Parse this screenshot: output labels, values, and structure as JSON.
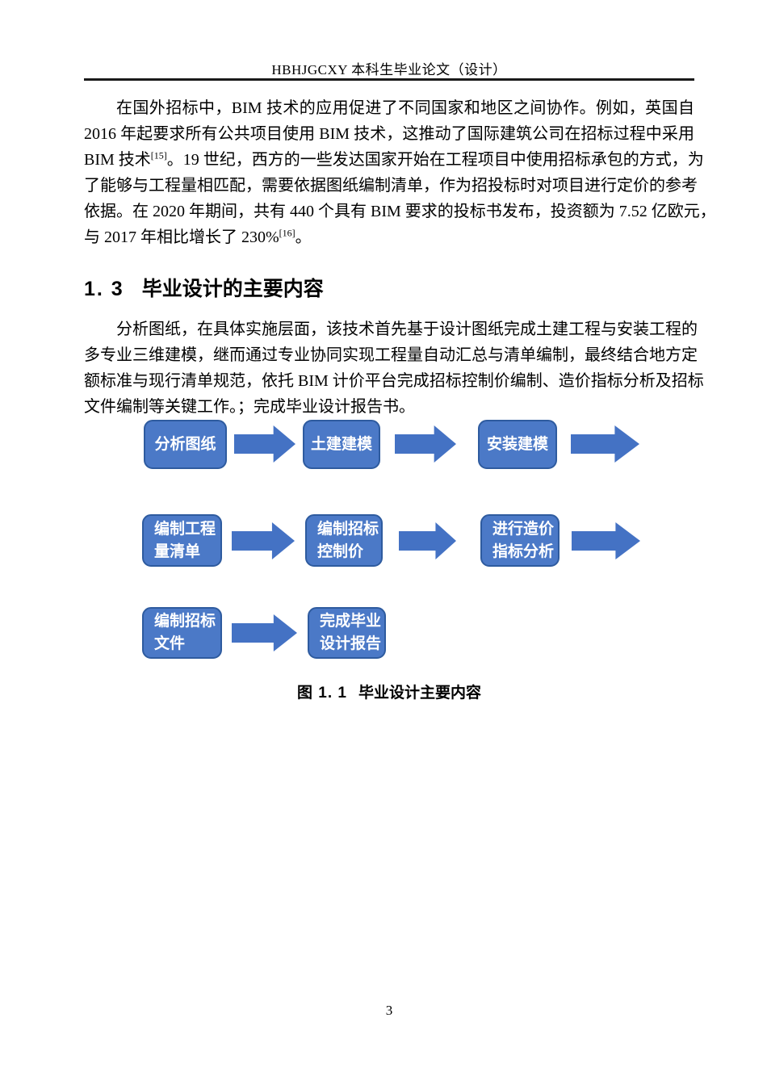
{
  "header": {
    "title": "HBHJGCXY 本科生毕业论文（设计）"
  },
  "p1": {
    "l1": "在国外招标中，BIM 技术的应用促进了不同国家和地区之间协作。例如，英国自",
    "l2": "2016 年起要求所有公共项目使用 BIM 技术，这推动了国际建筑公司在招标过程中采用",
    "l3_pre": "BIM 技术",
    "l3_sup": "[15]",
    "l3_post": "。19 世纪，西方的一些发达国家开始在工程项目中使用招标承包的方式，为",
    "l4": "了能够与工程量相匹配，需要依据图纸编制清单，作为招投标时对项目进行定价的参考",
    "l5": "依据。在 2020 年期间，共有 440 个具有 BIM 要求的投标书发布，投资额为 7.52 亿欧元，",
    "l6_pre": "与 2017 年相比增长了 230%",
    "l6_sup": "[16]",
    "l6_post": "。"
  },
  "section": {
    "number": "1. 3",
    "title": "毕业设计的主要内容"
  },
  "p2": {
    "l1": "分析图纸，在具体实施层面，该技术首先基于设计图纸完成土建工程与安装工程的",
    "l2": "多专业三维建模，继而通过专业协同实现工程量自动汇总与清单编制，最终结合地方定",
    "l3": "额标准与现行清单规范，依托 BIM 计价平台完成招标控制价编制、造价指标分析及招标",
    "l4": "文件编制等关键工作。；完成毕业设计报告书。"
  },
  "flow": {
    "rows": [
      {
        "boxes": [
          "分析图纸",
          "土建建模",
          "安装建模"
        ],
        "continues": true
      },
      {
        "boxes": [
          "编制工程\n量清单",
          "编制招标\n控制价",
          "进行造价\n指标分析"
        ],
        "continues": true
      },
      {
        "boxes": [
          "编制招标\n文件",
          "完成毕业\n设计报告"
        ],
        "continues": false
      }
    ]
  },
  "figure": {
    "caption_label": "图 1. 1",
    "caption_text": "毕业设计主要内容"
  },
  "page": {
    "number": "3"
  },
  "colors": {
    "box_fill": "#4b79c7",
    "box_border": "#2e5b9f",
    "box_text": "#ffffff",
    "arrow_fill": "#4472c4",
    "header_rule": "#1a1a1a"
  }
}
